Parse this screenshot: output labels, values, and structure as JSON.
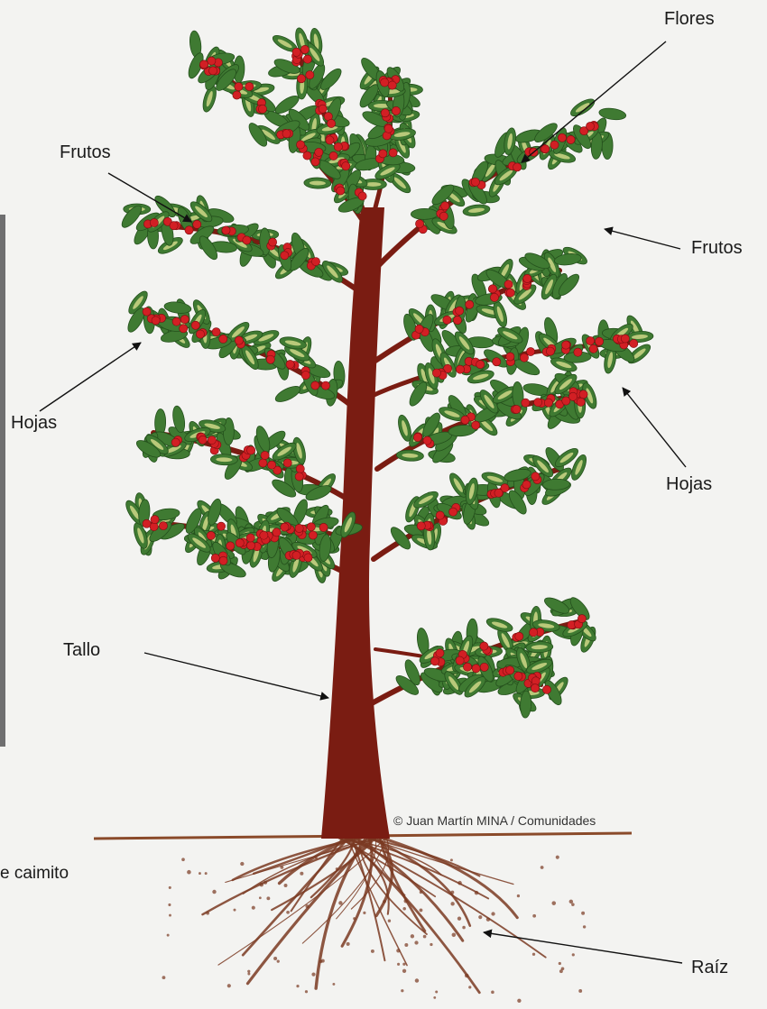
{
  "labels": {
    "flores": "Flores",
    "frutos_left": "Frutos",
    "frutos_right": "Frutos",
    "hojas_left": "Hojas",
    "hojas_right": "Hojas",
    "tallo": "Tallo",
    "raiz": "Raíz",
    "caption_fragment": "e caimito"
  },
  "credit": "© Juan Martín MINA / Comunidades",
  "colors": {
    "background": "#f3f3f1",
    "leaf": "#3f7a32",
    "leaf_light": "#b9c97a",
    "fruit": "#d21f24",
    "trunk": "#7a1c12",
    "root": "#7a3a22",
    "ground": "#8a4a2a"
  }
}
